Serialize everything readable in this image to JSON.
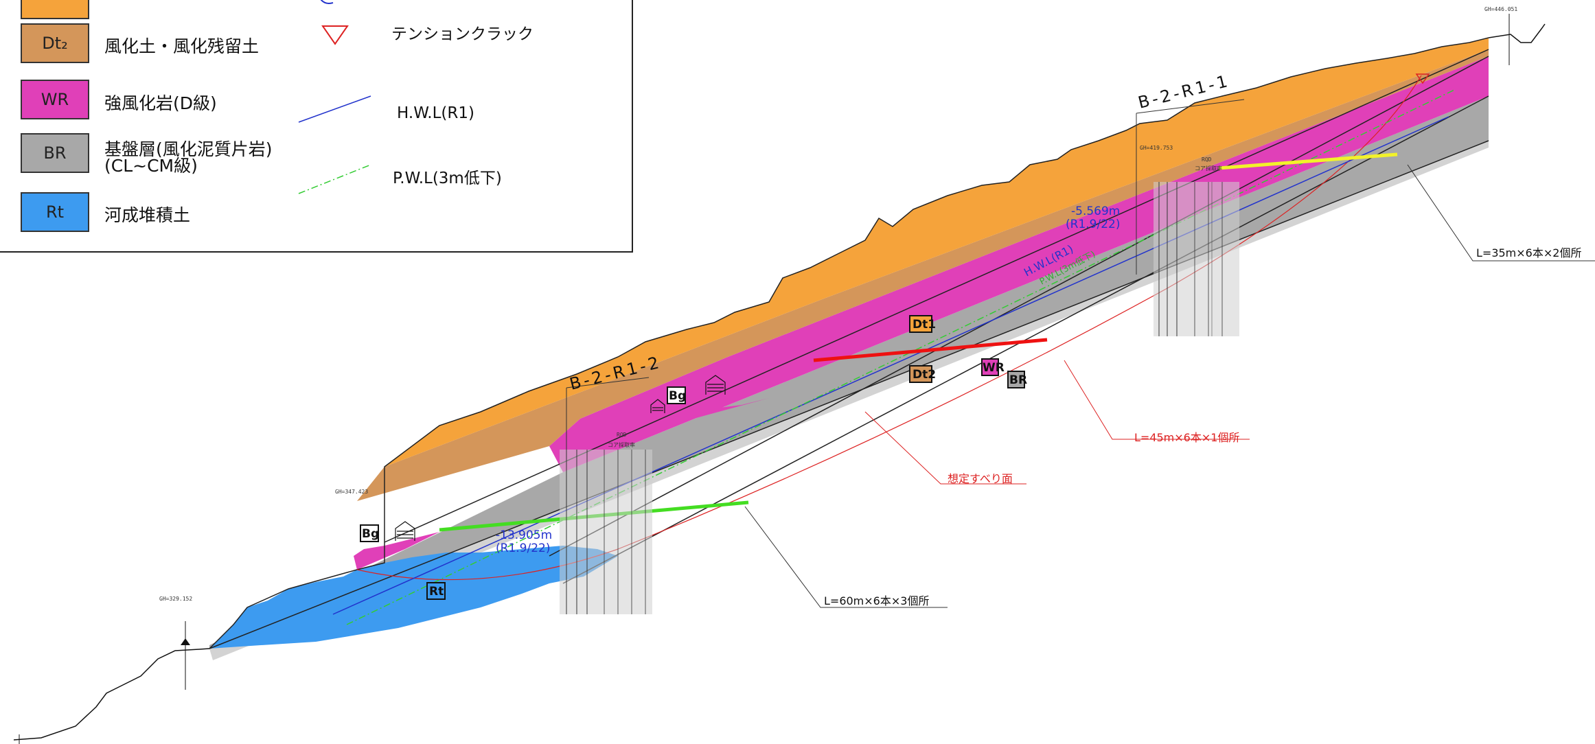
{
  "legend": {
    "items": [
      {
        "code": "",
        "label": "",
        "color": "#f5a33b"
      },
      {
        "code": "Dt₂",
        "label": "風化土・風化残留土",
        "color": "#d4965a"
      },
      {
        "code": "WR",
        "label": "強風化岩(D級)",
        "color": "#e040b8"
      },
      {
        "code": "BR",
        "label": "基盤層(風化泥質片岩)",
        "label2": "(CL~CM級)",
        "color": "#a8a8a8"
      },
      {
        "code": "Rt",
        "label": "河成堆積土",
        "color": "#3d9bf0"
      }
    ],
    "tension_crack": "テンションクラック",
    "hwl": "H.W.L(R1)",
    "pwl": "P.W.L(3m低下)"
  },
  "boreholes": {
    "b2r11": "B-2-R1-1",
    "b2r12": "B-2-R1-2",
    "gh_top": "GH=446.051",
    "gh_b1": "GH=419.753",
    "gh_mid": "GH=347.423",
    "gh_low": "GH=329.152"
  },
  "layer_tags": {
    "dt1": "Dt1",
    "dt2": "Dt2",
    "wr": "WR",
    "br": "BR",
    "bg1": "Bg",
    "bg2": "Bg",
    "rt": "Rt"
  },
  "annotations": {
    "wl_upper": "-5.569m",
    "wl_upper_date": "(R1.9/22)",
    "wl_lower": "-13.905m",
    "wl_lower_date": "(R1.9/22)",
    "hwl_on_slope": "H.W.L(R1)",
    "pwl_on_slope": "P.W.L(3m低下)",
    "anchor_35": "L=35m×6本×2個所",
    "anchor_45": "L=45m×6本×1個所",
    "anchor_60": "L=60m×6本×3個所",
    "slip_surface": "想定すべり面",
    "rqd": "RQD",
    "core": "コア採取率"
  },
  "colors": {
    "dt1": "#f5a33b",
    "dt2": "#d4965a",
    "wr": "#e040b8",
    "br": "#a8a8a8",
    "br_light": "#d0d0d0",
    "rt": "#3d9bf0",
    "hwl": "#2233cc",
    "pwl": "#33cc33",
    "slip": "#dd2222",
    "anchor_green": "#44dd22",
    "anchor_yellow": "#f2f22a",
    "anchor_red": "#ee1111"
  }
}
